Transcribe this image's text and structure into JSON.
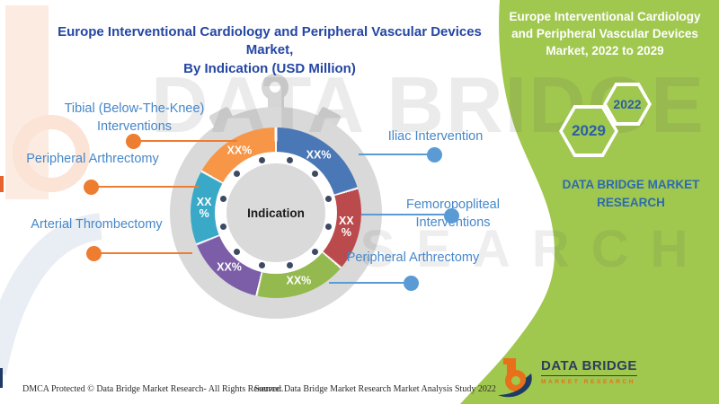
{
  "main_title": {
    "line1": "Europe Interventional Cardiology and Peripheral Vascular Devices Market,",
    "line2": "By Indication (USD Million)",
    "color": "#2446a3"
  },
  "banner": {
    "background_color": "#a0c74e",
    "title_lines": [
      "Europe Interventional Cardiology",
      "and Peripheral Vascular Devices",
      "Market, 2022 to 2029"
    ],
    "hexagons": [
      {
        "year": "2029"
      },
      {
        "year": "2022"
      }
    ],
    "brand_line1": "DATA BRIDGE MARKET",
    "brand_line2": "RESEARCH",
    "brand_color": "#2d6bb0"
  },
  "chart_data": {
    "type": "pie",
    "subtype": "donut-stopwatch",
    "title": "Europe Interventional Cardiology and Peripheral Vascular Devices Market, By Indication (USD Million)",
    "center_label": "Indication",
    "unit": "USD Million",
    "values_masked": true,
    "segments": [
      {
        "name": "Iliac Intervention",
        "value_label": "XX%",
        "color": "#4a77b5",
        "start_deg": 0,
        "end_deg": 73,
        "approx_share_pct": 20.3
      },
      {
        "name": "Femoropopliteal Interventions",
        "value_label": "XX %",
        "color": "#bb4a4d",
        "start_deg": 73,
        "end_deg": 130,
        "approx_share_pct": 15.8
      },
      {
        "name": "Peripheral Arthrectomy",
        "value_label": "XX%",
        "color": "#94ba4f",
        "start_deg": 130,
        "end_deg": 193,
        "approx_share_pct": 17.5
      },
      {
        "name": "Arterial Thrombectomy",
        "value_label": "XX%",
        "color": "#7b5ea7",
        "start_deg": 193,
        "end_deg": 248,
        "approx_share_pct": 15.3
      },
      {
        "name": "Peripheral Arthrectomy",
        "value_label": "XX %",
        "color": "#3aa9c8",
        "start_deg": 248,
        "end_deg": 299,
        "approx_share_pct": 14.2
      },
      {
        "name": "Tibial (Below-The-Knee) Interventions",
        "value_label": "XX%",
        "color": "#f79646",
        "start_deg": 299,
        "end_deg": 360,
        "approx_share_pct": 16.9
      }
    ],
    "ring_dot_count": 12
  },
  "callouts": {
    "left": [
      {
        "label": "Tibial (Below-The-Knee) Interventions"
      },
      {
        "label": "Peripheral Arthrectomy"
      },
      {
        "label": "Arterial Thrombectomy"
      }
    ],
    "right": [
      {
        "label": "Iliac Intervention"
      },
      {
        "label": "Femoropopliteal Interventions"
      },
      {
        "label": "Peripheral Arthrectomy"
      }
    ],
    "left_marker_color": "#ed7d31",
    "right_marker_color": "#5b9bd5",
    "label_color": "#4687ca"
  },
  "watermark": {
    "line1": "DATA BRIDGE",
    "line2": "RESEARCH"
  },
  "footer": {
    "dmca": "DMCA Protected © Data Bridge Market Research- All Rights Reserved.",
    "source": "Source: Data Bridge Market Research Market Analysis Study 2022"
  },
  "logo": {
    "brand": "DATA BRIDGE",
    "tagline": "MARKET RESEARCH"
  }
}
